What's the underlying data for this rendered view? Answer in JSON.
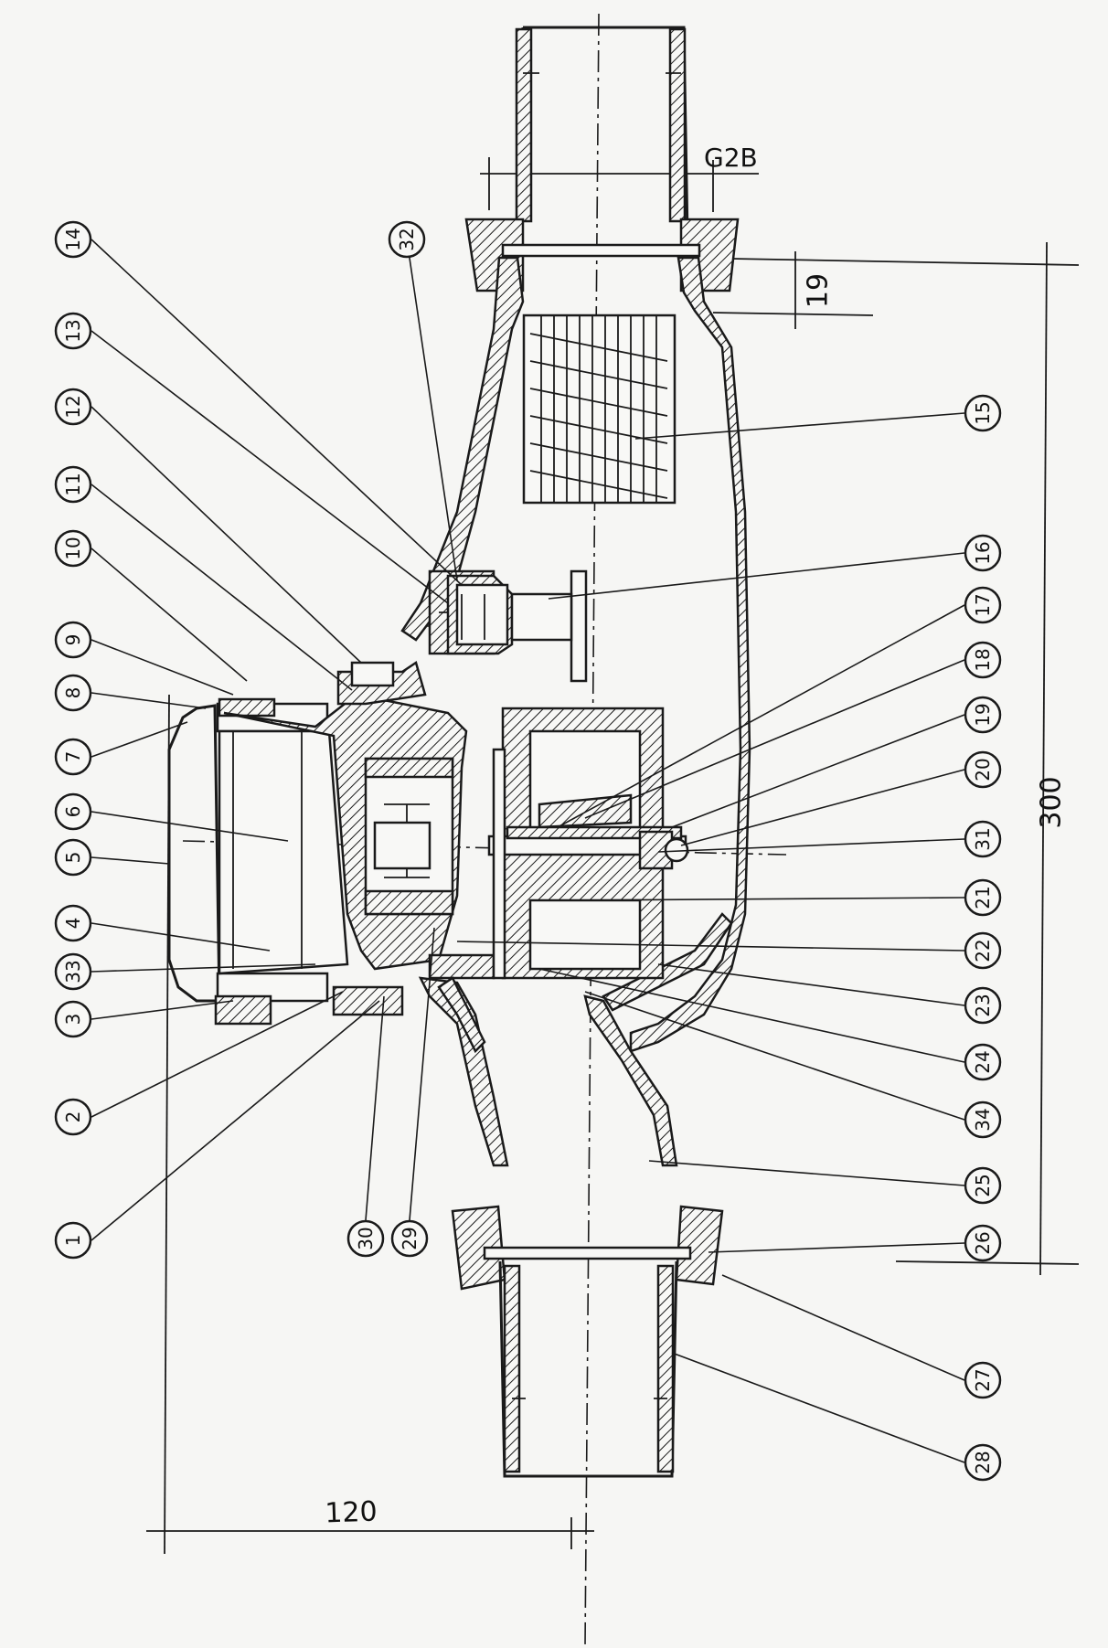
{
  "dimensions": {
    "width_120": "120",
    "length_300": "300",
    "thread_19": "19",
    "thread_g2b": "G2B"
  },
  "callouts": [
    "1",
    "2",
    "3",
    "33",
    "4",
    "5",
    "6",
    "7",
    "8",
    "9",
    "10",
    "11",
    "12",
    "13",
    "14",
    "32",
    "15",
    "16",
    "17",
    "18",
    "19",
    "20",
    "31",
    "21",
    "22",
    "23",
    "24",
    "34",
    "25",
    "26",
    "27",
    "28",
    "30",
    "29"
  ]
}
